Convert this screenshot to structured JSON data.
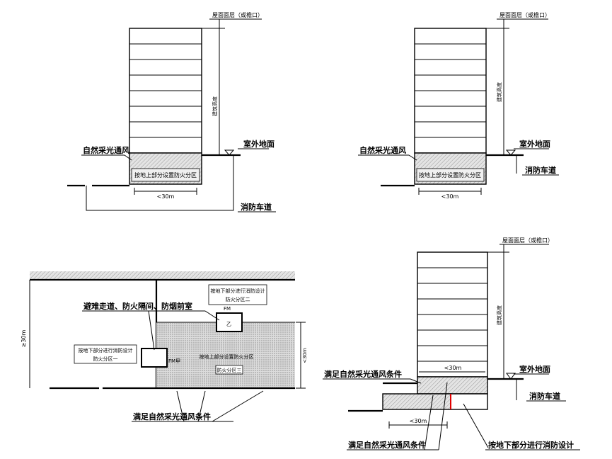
{
  "labels": {
    "roof_level": "屋面面层（或檐口）",
    "building_height": "建筑高度",
    "natural_light": "自然采光通风",
    "outdoor_ground": "室外地面",
    "fire_lane": "消防车道",
    "upper_fire_zone": "按地上部分设置防火分区",
    "dist_30": "<30m",
    "dist_ge30": "≥30m",
    "evac_passage": "避难走道、防火隔间、防烟前室",
    "lower_design": "按地下部分进行消防设计",
    "zone_one": "防火分区一",
    "zone_two": "防火分区二",
    "zone_three": "防火分区三",
    "fm": "FM",
    "fm_jia": "FM甲",
    "meet_natural": "满足自然采光通风条件",
    "lower_design_single": "按地下部分进行消防设计"
  },
  "colors": {
    "line": "#000000",
    "hatch": "#cccccc",
    "accent": "#e00000"
  }
}
